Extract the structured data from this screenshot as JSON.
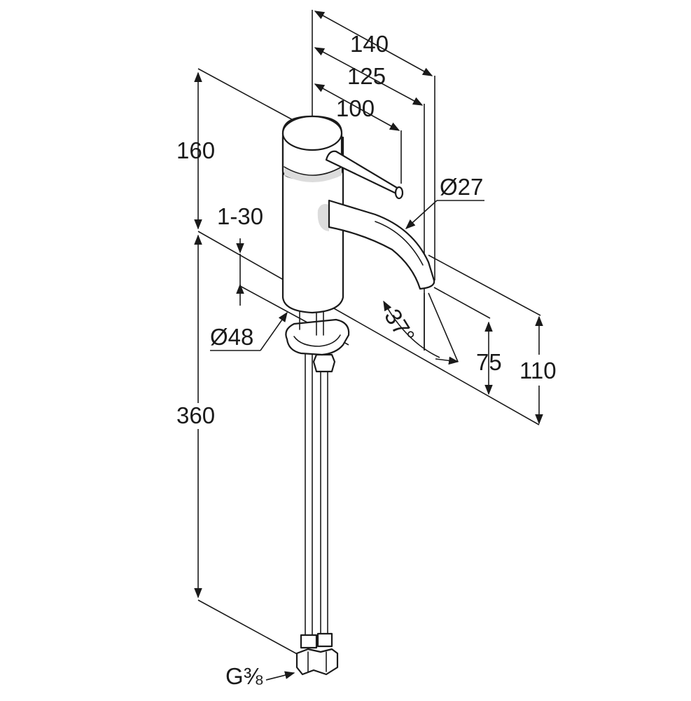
{
  "dimensions": {
    "width_140": "140",
    "width_125": "125",
    "width_100": "100",
    "height_160": "160",
    "range_1_30": "1-30",
    "spout_diameter": "Ø27",
    "base_diameter": "Ø48",
    "angle": "37°",
    "height_75": "75",
    "height_110": "110",
    "hose_360": "360",
    "thread": "G⅜"
  },
  "colors": {
    "line": "#1a1a1a",
    "background": "#ffffff"
  }
}
